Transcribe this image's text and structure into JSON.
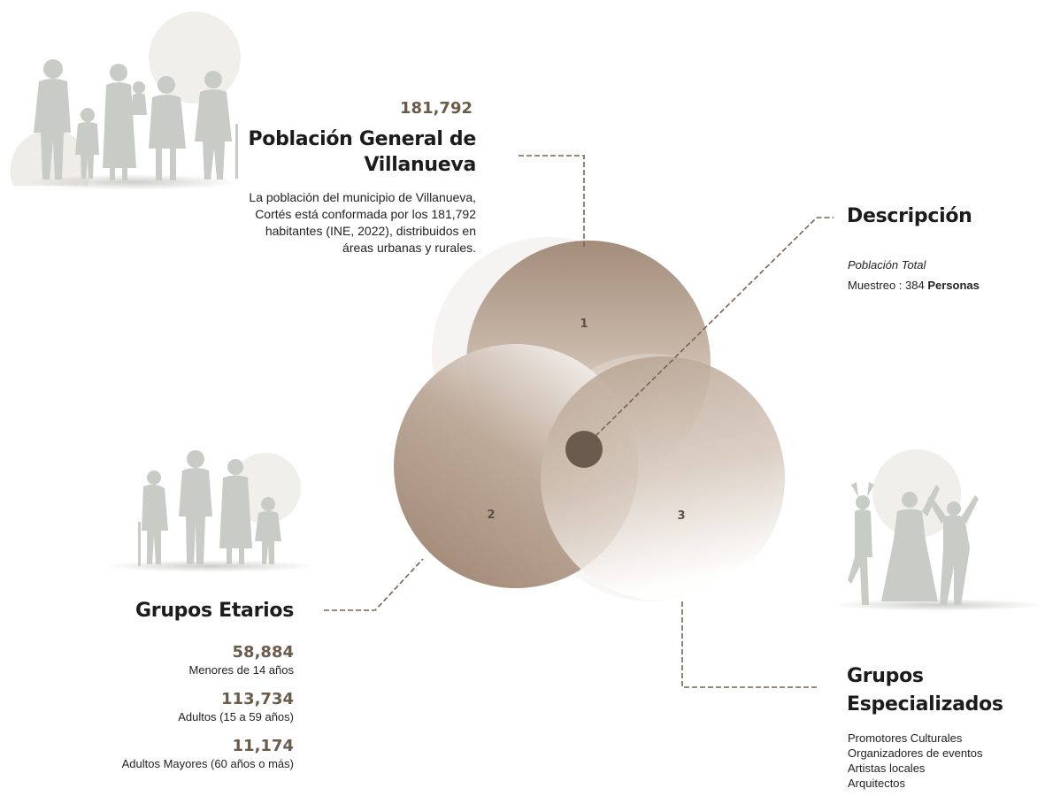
{
  "general": {
    "value": "181,792",
    "title_line1": "Población General de",
    "title_line2": "Villanueva",
    "text_line1": "La población del municipio de Villanueva,",
    "text_line2": "Cortés está conformada por los 181,792",
    "text_line3": "habitantes (INE, 2022), distribuidos en",
    "text_line4": "áreas urbanas y rurales."
  },
  "descripcion": {
    "title": "Descripción",
    "line1": "Población Total",
    "line2_prefix": "Muestreo : 384 ",
    "line2_bold": "Personas"
  },
  "etarios": {
    "title": "Grupos Etarios",
    "groups": [
      {
        "value": "58,884",
        "label": "Menores de 14 años"
      },
      {
        "value": "113,734",
        "label": "Adultos (15 a 59 años)"
      },
      {
        "value": "11,174",
        "label": "Adultos Mayores (60 años o más)"
      }
    ]
  },
  "especializados": {
    "title_line1": "Grupos",
    "title_line2": "Especializados",
    "items": [
      "Promotores Culturales",
      "Organizadores de eventos",
      "Artistas locales",
      "Arquitectos"
    ]
  },
  "venn": {
    "circle_labels": [
      "1",
      "2",
      "3"
    ]
  },
  "colors": {
    "circle_dark": "#a08a78",
    "center_dot": "#6b5b4f",
    "connector": "#7a634f",
    "silhouette": "#c9ccc6"
  }
}
